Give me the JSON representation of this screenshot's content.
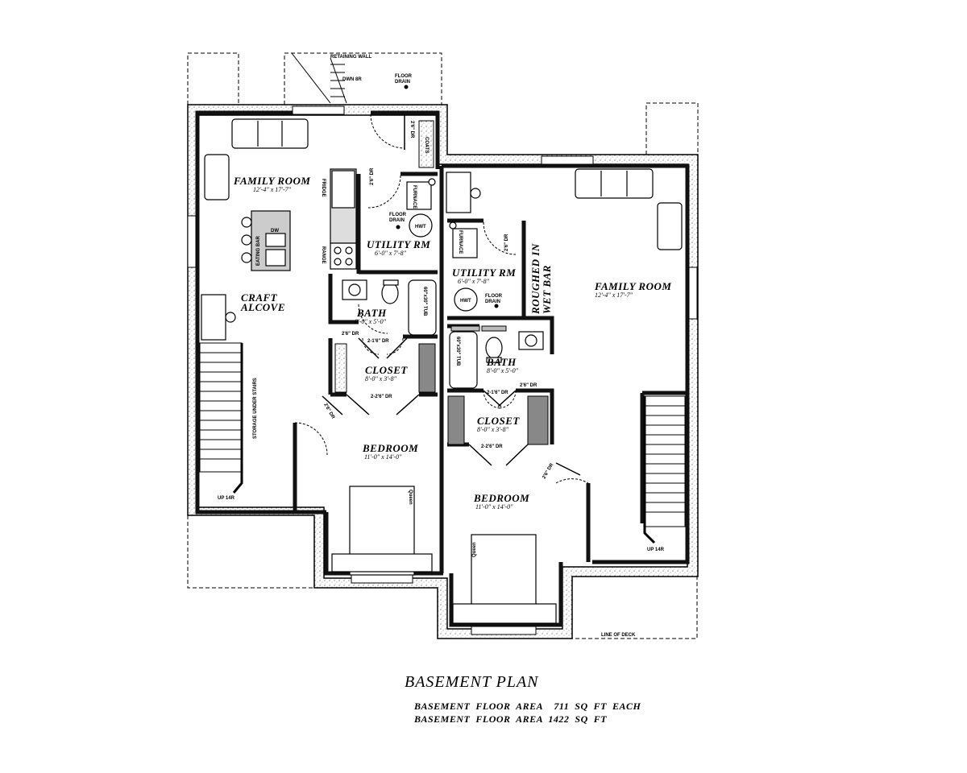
{
  "plan": {
    "title": "BASEMENT  PLAN",
    "area_each": "BASEMENT  FLOOR  AREA    711  SQ  FT  EACH",
    "area_total": "BASEMENT  FLOOR  AREA  1422  SQ  FT"
  },
  "left_unit": {
    "family_room": "FAMILY ROOM",
    "family_room_dim": "12'-4\" x 17'-7\"",
    "craft_alcove_1": "CRAFT",
    "craft_alcove_2": "ALCOVE",
    "utility": "UTILITY  RM",
    "utility_dim": "6'-0\" x 7'-8\"",
    "bath": "BATH",
    "bath_dim": "8'-0\" x 5'-0\"",
    "closet": "CLOSET",
    "closet_dim": "8'-0\" x 3'-8\"",
    "bedroom": "BEDROOM",
    "bedroom_dim": "11'-0\" x 14'-0\"",
    "bed": "Queen",
    "stairs": "UP 14R",
    "storage": "STORAGE UNDER STAIRS",
    "eating_bar": "EATING BAR",
    "dw": "DW",
    "fridge": "FRIDGE",
    "range": "RANGE",
    "furnace": "FURNACE",
    "hwt": "HWT",
    "floor_drain_1": "FLOOR",
    "floor_drain_2": "DRAIN",
    "tub": "60\"x30\" TUB",
    "coats": "COATS",
    "door_util": "2'6\" DR",
    "door_coats": "2'6\" DR",
    "door_bath": "2'6\" DR",
    "door_closet_top": "2-1'6\" DR",
    "door_closet_bot": "2-2'6\" DR",
    "door_bed": "2'6\" DR",
    "retaining_wall": "RETAINING WALL",
    "dwn": "DWN 8R",
    "ext_drain_1": "FLOOR",
    "ext_drain_2": "DRAIN"
  },
  "right_unit": {
    "family_room": "FAMILY ROOM",
    "family_room_dim": "12'-4\" x 17'-7\"",
    "utility": "UTILITY  RM",
    "utility_dim": "6'-0\" x 7'-8\"",
    "wet_bar_1": "ROUGHED IN",
    "wet_bar_2": "WET BAR",
    "bath": "BATH",
    "bath_dim": "8'-0\" x 5'-0\"",
    "closet": "CLOSET",
    "closet_dim": "8'-0\" x 3'-8\"",
    "bedroom": "BEDROOM",
    "bedroom_dim": "11'-0\" x 14'-0\"",
    "bed": "Queen",
    "stairs": "UP 14R",
    "furnace": "FURNACE",
    "hwt": "HWT",
    "floor_drain_1": "FLOOR",
    "floor_drain_2": "DRAIN",
    "tub": "60\"x30\" TUB",
    "door_util": "2'6\" DR",
    "door_bath": "2'6\" DR",
    "door_closet_top": "2-1'6\" DR",
    "door_closet_bot": "2-2'6\" DR",
    "door_bed": "2'6\" DR",
    "line_of_deck": "LINE OF DECK"
  }
}
